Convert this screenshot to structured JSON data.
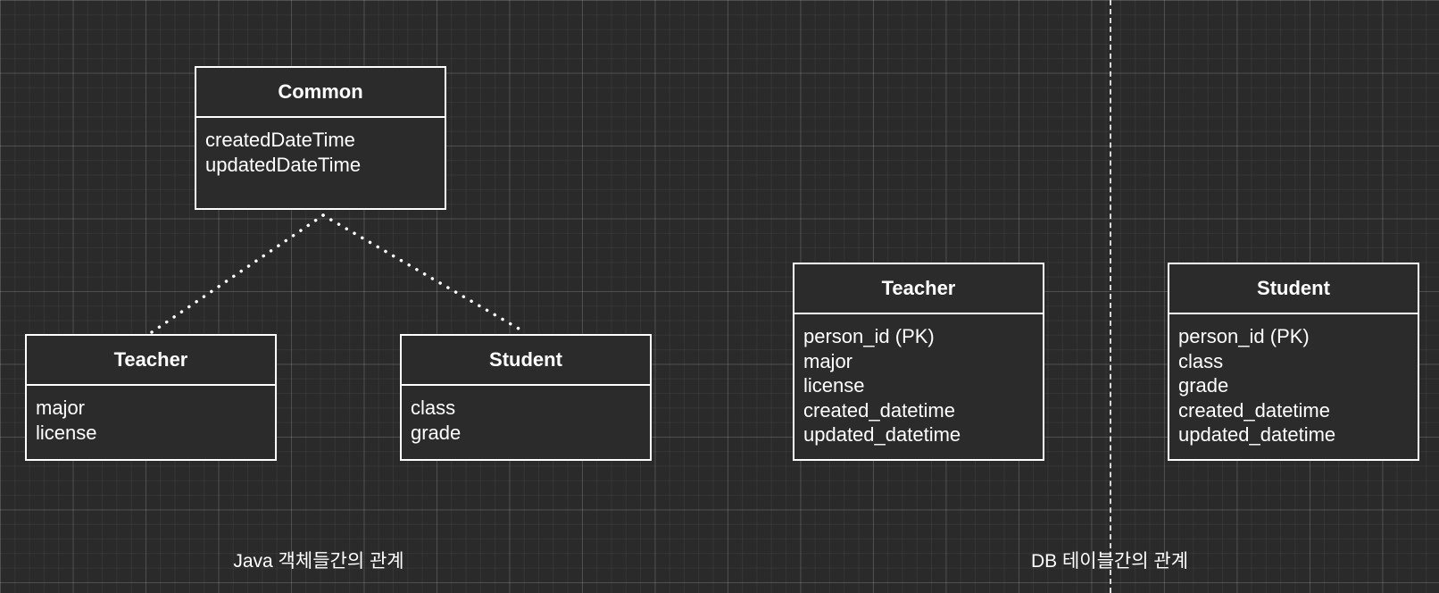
{
  "colors": {
    "background": "#2a2a2a",
    "line": "#ffffff",
    "text": "#ffffff"
  },
  "java_model": {
    "caption": "Java 객체들간의 관계",
    "common": {
      "title": "Common",
      "fields": [
        "createdDateTime",
        "updatedDateTime"
      ]
    },
    "teacher": {
      "title": "Teacher",
      "fields": [
        "major",
        "license"
      ]
    },
    "student": {
      "title": "Student",
      "fields": [
        "class",
        "grade"
      ]
    }
  },
  "db_model": {
    "caption": "DB 테이블간의 관계",
    "teacher": {
      "title": "Teacher",
      "fields": [
        "person_id (PK)",
        "major",
        "license",
        "created_datetime",
        "updated_datetime"
      ]
    },
    "student": {
      "title": "Student",
      "fields": [
        "person_id (PK)",
        "class",
        "grade",
        "created_datetime",
        "updated_datetime"
      ]
    }
  }
}
